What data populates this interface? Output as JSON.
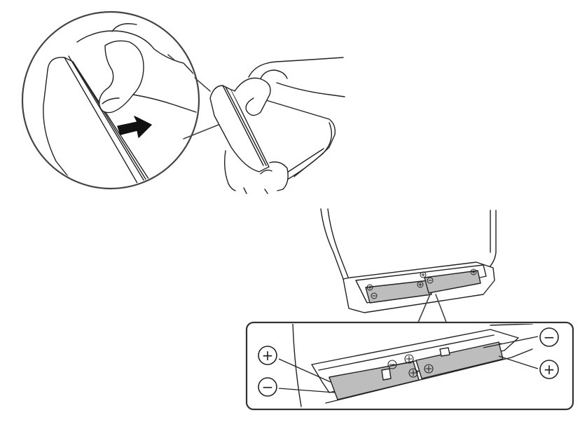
{
  "figure": {
    "kind": "instruction illustration",
    "steps": [
      {
        "name": "open-battery-cover",
        "icons": [
          "hand-icon",
          "push-arrow-icon",
          "magnifier-circle"
        ]
      },
      {
        "name": "insert-batteries",
        "icons": [
          "battery-compartment",
          "callout-frame"
        ]
      }
    ]
  },
  "polarity": {
    "left_top": "+",
    "left_bottom": "−",
    "right_top": "−",
    "right_bottom": "+",
    "small_minus": "−",
    "small_plus": "+"
  },
  "colors": {
    "line": "#222222",
    "battery_fill": "#bdbdbd",
    "frame_stroke": "#333333",
    "background": "#ffffff"
  }
}
